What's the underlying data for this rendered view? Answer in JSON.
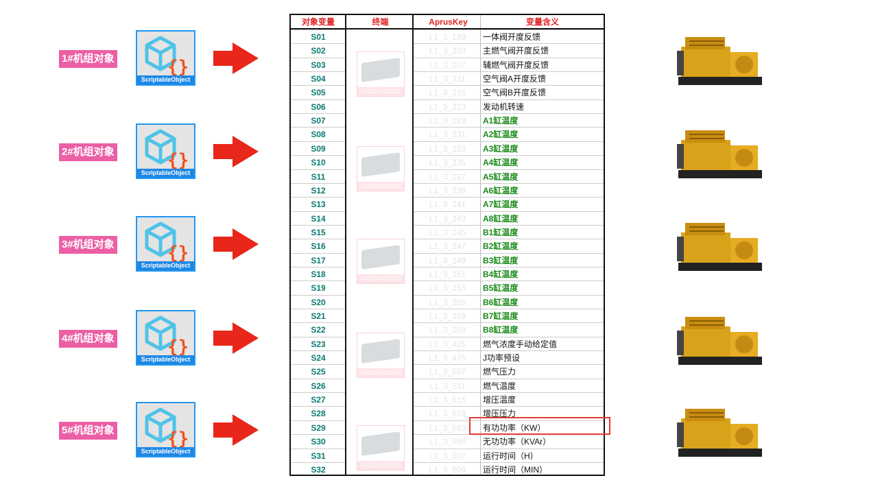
{
  "units": [
    {
      "label": "1#机组对象",
      "icon_caption": "ScriptableObject",
      "terminal": "AX20230423201"
    },
    {
      "label": "2#机组对象",
      "icon_caption": "ScriptableObject",
      "terminal": "AX20230423202"
    },
    {
      "label": "3#机组对象",
      "icon_caption": "ScriptableObject",
      "terminal": "AX20230423203"
    },
    {
      "label": "4#机组对象",
      "icon_caption": "ScriptableObject",
      "terminal": "AX20230423204"
    },
    {
      "label": "5#机组对象",
      "icon_caption": "ScriptableObject",
      "terminal": "AX20230423205"
    }
  ],
  "table": {
    "headers": [
      "对象变量",
      "终端",
      "AprusKey",
      "变量含义"
    ],
    "rows": [
      [
        "S01",
        "L1_3_199",
        "一体阀开度反馈",
        0
      ],
      [
        "S02",
        "L1_3_203",
        "主燃气阀开度反馈",
        0
      ],
      [
        "S03",
        "L1_3_207",
        "辅燃气阀开度反馈",
        0
      ],
      [
        "S04",
        "L1_3_211",
        "空气阀A开度反馈",
        0
      ],
      [
        "S05",
        "L1_3_215",
        "空气阀B开度反馈",
        0
      ],
      [
        "S06",
        "L1_3_223",
        "发动机转速",
        0
      ],
      [
        "S07",
        "L1_3_229",
        "A1缸温度",
        1
      ],
      [
        "S08",
        "L1_3_231",
        "A2缸温度",
        1
      ],
      [
        "S09",
        "L1_3_233",
        "A3缸温度",
        1
      ],
      [
        "S10",
        "L1_3_235",
        "A4缸温度",
        1
      ],
      [
        "S11",
        "L1_3_237",
        "A5缸温度",
        1
      ],
      [
        "S12",
        "L1_3_239",
        "A6缸温度",
        1
      ],
      [
        "S13",
        "L1_3_241",
        "A7缸温度",
        1
      ],
      [
        "S14",
        "L1_3_243",
        "A8缸温度",
        1
      ],
      [
        "S15",
        "L1_3_245",
        "B1缸温度",
        1
      ],
      [
        "S16",
        "L1_3_247",
        "B2缸温度",
        1
      ],
      [
        "S17",
        "L1_3_249",
        "B3缸温度",
        1
      ],
      [
        "S18",
        "L1_3_251",
        "B4缸温度",
        1
      ],
      [
        "S19",
        "L1_3_253",
        "B5缸温度",
        1
      ],
      [
        "S20",
        "L1_3_255",
        "B6缸温度",
        1
      ],
      [
        "S21",
        "L1_3_258",
        "B7缸温度",
        1
      ],
      [
        "S22",
        "L1_3_259",
        "B8缸温度",
        1
      ],
      [
        "S23",
        "L1_3_425",
        "燃气浓度手动给定值",
        0
      ],
      [
        "S24",
        "L1_3_475",
        "J功率预设",
        0
      ],
      [
        "S25",
        "L1_3_507",
        "燃气压力",
        0
      ],
      [
        "S26",
        "L1_3_511",
        "燃气温度",
        0
      ],
      [
        "S27",
        "L1_3_515",
        "增压温度",
        0
      ],
      [
        "S28",
        "L1_3_519",
        "增压压力",
        0
      ],
      [
        "S29",
        "L1_3_593",
        "有功功率（KW）",
        0
      ],
      [
        "S30",
        "L1_3_595",
        "无功功率（KVAr）",
        0
      ],
      [
        "S31",
        "L1_3_607",
        "运行时间（H）",
        0
      ],
      [
        "S32",
        "L1_3_609",
        "运行时间（MIN）",
        0
      ]
    ]
  },
  "colors": {
    "accent_red": "#e02020",
    "label_pink": "#ec5fa5",
    "var_teal": "#0a7a70",
    "green": "#1a8a1a"
  }
}
